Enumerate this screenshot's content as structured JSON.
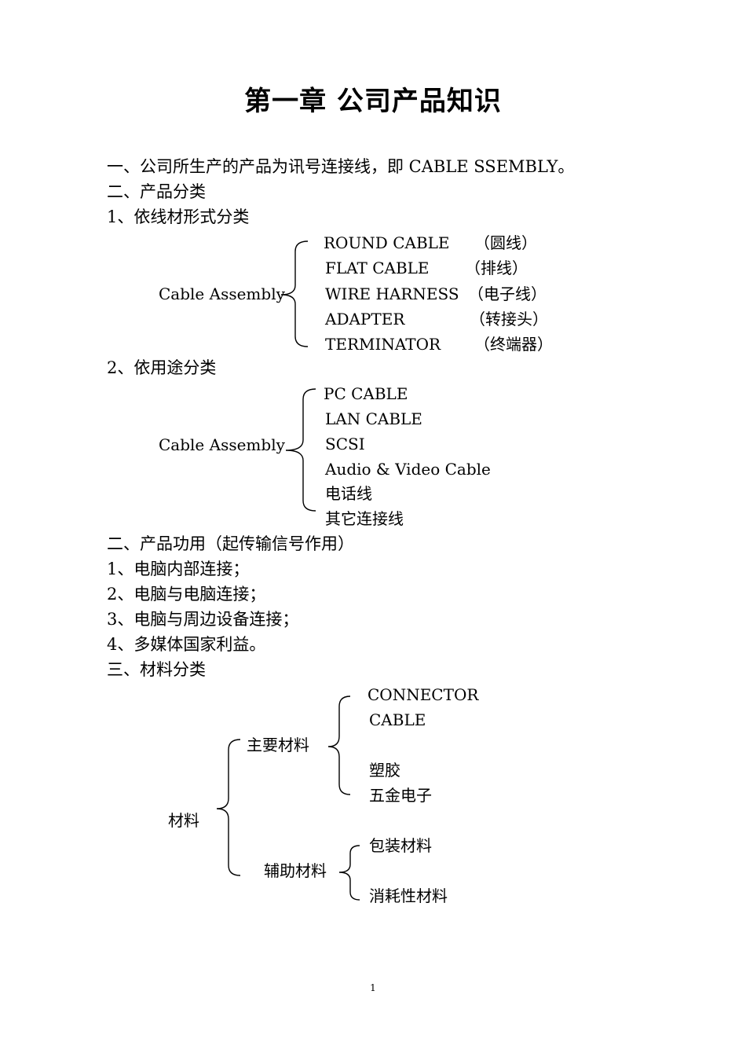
{
  "title": "第一章    公司产品知识",
  "lines": {
    "l1": "一、公司所生产的产品为讯号连接线，即 CABLE SSEMBLY。",
    "l2": "二、产品分类",
    "l3": "1、依线材形式分类",
    "l4": "2、依用途分类",
    "l5": "二、产品功用（起传输信号作用）",
    "l6": "1、电脑内部连接；",
    "l7": "2、电脑与电脑连接；",
    "l8": "3、电脑与周边设备连接；",
    "l9": "4、多媒体国家利益。",
    "l10": "三、材料分类"
  },
  "tree1": {
    "root": "Cable Assembly",
    "items": [
      {
        "name": "ROUND CABLE",
        "note": "（圆线）"
      },
      {
        "name": "FLAT CABLE",
        "note": "（排线）"
      },
      {
        "name": "WIRE HARNESS",
        "note": "（电子线）"
      },
      {
        "name": "ADAPTER",
        "note": "（转接头）"
      },
      {
        "name": "TERMINATOR",
        "note": "（终端器）"
      }
    ]
  },
  "tree2": {
    "root": "Cable Assembly",
    "items": [
      "PC CABLE",
      "LAN CABLE",
      "SCSI",
      "Audio & Video Cable",
      "电话线",
      "其它连接线"
    ]
  },
  "tree3": {
    "root": "材料",
    "main": {
      "label": "主要材料",
      "items": [
        "CONNECTOR",
        "CABLE",
        "塑胶",
        "五金电子"
      ]
    },
    "aux": {
      "label": "辅助材料",
      "items": [
        "包装材料",
        "消耗性材料"
      ]
    }
  },
  "page_number": "1"
}
